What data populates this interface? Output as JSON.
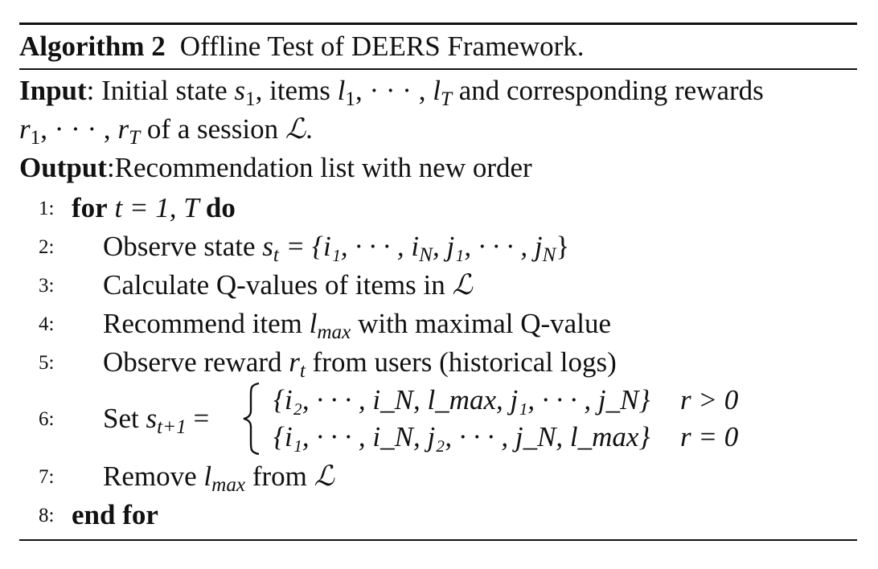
{
  "algorithm": {
    "label": "Algorithm 2",
    "title": "Offline Test of DEERS Framework."
  },
  "input": {
    "label": "Input",
    "line1_a": ": Initial state ",
    "s1": "s",
    "s1_sub": "1",
    "line1_b": ", items ",
    "l": "l",
    "l_sub1": "1",
    "dots": ", · · · , ",
    "lT_sub": "T",
    "line1_c": " and corresponding rewards",
    "r": "r",
    "r_sub1": "1",
    "rT_sub": "T",
    "line2_b": " of a session ",
    "L": "ℒ",
    "period": "."
  },
  "output": {
    "label": "Output",
    "text": ":Recommendation list with new order"
  },
  "lines": [
    {
      "num": "1:",
      "pre_kw": "for",
      "math": " t = 1, T ",
      "post_kw": "do"
    },
    {
      "num": "2:",
      "text": "Observe state ",
      "math": "s",
      "sub": "t",
      "rest": " = {i₁, · · · , i",
      "rest_sub": "N",
      "rest2": ", j₁, · · · , j",
      "rest2_sub": "N",
      "rest3": "}"
    },
    {
      "num": "3:",
      "text": "Calculate Q-values of items in ",
      "L": "ℒ"
    },
    {
      "num": "4:",
      "text": "Recommend item ",
      "math": "l",
      "sub": "max",
      "rest": " with maximal Q-value"
    },
    {
      "num": "5:",
      "text": "Observe reward ",
      "math": "r",
      "sub": "t",
      "rest": " from users (historical logs)"
    },
    {
      "num": "6:",
      "text": "Set ",
      "math": "s",
      "sub": "t+1",
      "eq": " =",
      "case1": "{i₂, · · · , i_N, l_max, j₁, · · · , j_N}",
      "cond1": "r > 0",
      "case2": "{i₁, · · · , i_N, j₂, · · · , j_N, l_max}",
      "cond2": "r = 0"
    },
    {
      "num": "7:",
      "text": "Remove ",
      "math": "l",
      "sub": "max",
      "rest": " from ",
      "L": "ℒ"
    },
    {
      "num": "8:",
      "kw": "end for"
    }
  ]
}
